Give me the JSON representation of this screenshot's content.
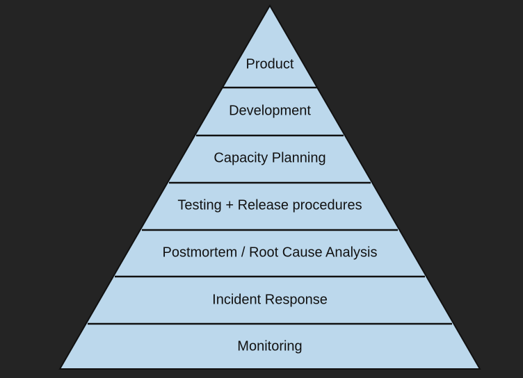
{
  "diagram": {
    "type": "pyramid",
    "fill_color": "#bcd8ec",
    "line_color": "#111111",
    "background_color": "#242424",
    "tiers_top_to_bottom": [
      "Product",
      "Development",
      "Capacity Planning",
      "Testing + Release procedures",
      "Postmortem / Root Cause Analysis",
      "Incident Response",
      "Monitoring"
    ]
  }
}
